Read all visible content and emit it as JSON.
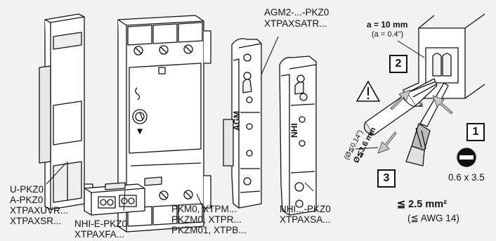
{
  "labels": {
    "undervoltage": [
      "U-PKZ0",
      "A-PKZ0",
      "XTPAXUVR...",
      "XTPAXSR..."
    ],
    "front_block": [
      "NHI-E-PKZ0",
      "XTPAXFA..."
    ],
    "motor_protector": [
      "PKM0, XTPM...",
      "PKZM0, XTPR...",
      "PKZM01, XTPB..."
    ],
    "agm_module": [
      "AGM2-...-PKZ0",
      "XTPAXSATR..."
    ],
    "nhi_side": [
      "NHI...-PKZ0",
      "XTPAXSA..."
    ]
  },
  "devices": {
    "agm_marking": "AGM",
    "nhi_marking": "NHI"
  },
  "installation": {
    "strip_length": "a = 10 mm",
    "strip_length_inch": "(a = 0.4\")",
    "dimension_letter": "a",
    "diameter": "Ø≦3.6 mm",
    "diameter_inch": "(Ø≦0.14\")",
    "steps": [
      "1",
      "2",
      "3"
    ],
    "screwdriver_size": "0.6 x 3.5",
    "wire_size": "≦ 2.5 mm²",
    "wire_awg": "(≦ AWG 14)"
  },
  "colors": {
    "background": "#f2f2f2",
    "line": "#111111",
    "arrow_fill": "#c9c9c9"
  }
}
